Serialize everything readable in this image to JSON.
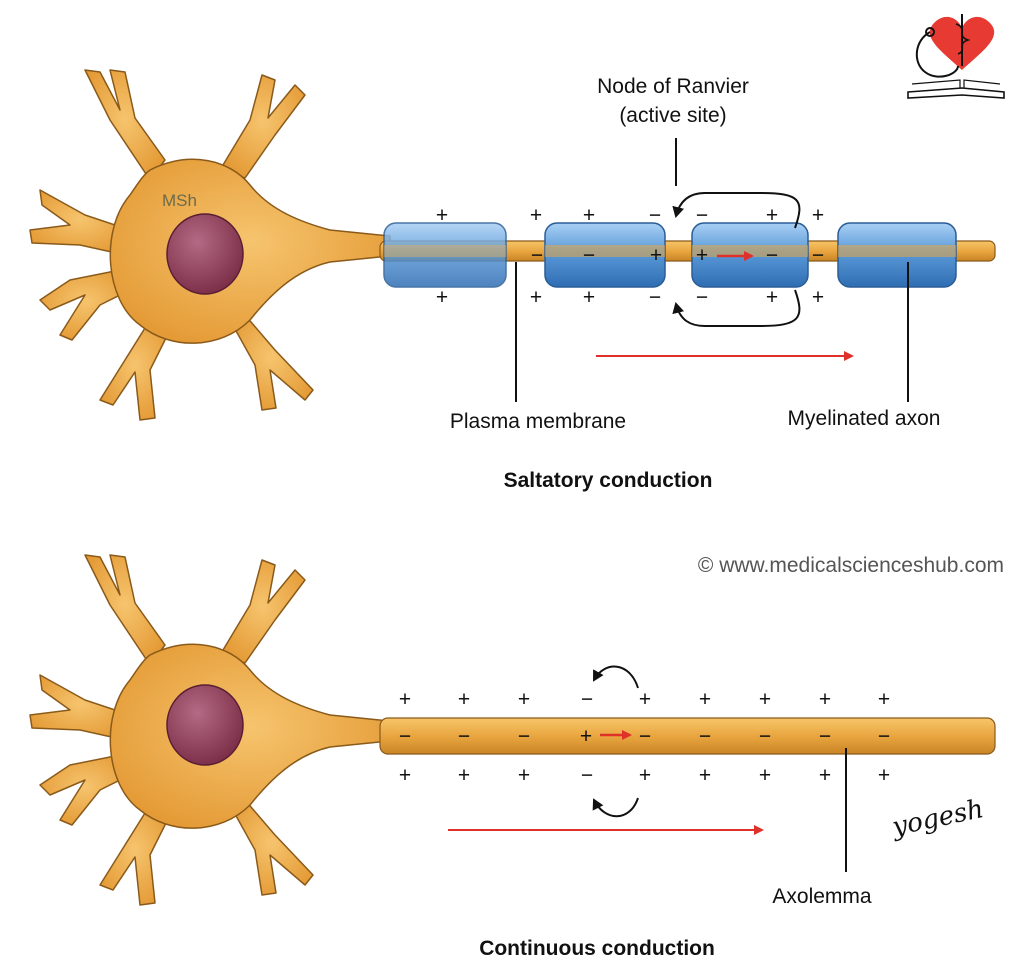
{
  "saltatory": {
    "title": "Saltatory conduction",
    "node_label_line1": "Node of Ranvier",
    "node_label_line2": "(active site)",
    "plasma_membrane_label": "Plasma membrane",
    "myelinated_axon_label": "Myelinated axon",
    "soma_label": "MSh",
    "top_signs": [
      "+",
      "+",
      "+",
      "−",
      "−",
      "+",
      "+"
    ],
    "inner_signs": [
      "−",
      "−",
      "+",
      "+",
      "−",
      "−"
    ],
    "bottom_signs": [
      "+",
      "+",
      "+",
      "−",
      "−",
      "+",
      "+"
    ]
  },
  "continuous": {
    "title": "Continuous conduction",
    "axolemma_label": "Axolemma",
    "top_signs": [
      "+",
      "+",
      "+",
      "−",
      "+",
      "+",
      "+",
      "+",
      "+"
    ],
    "inner_signs": [
      "−",
      "−",
      "−",
      "+",
      "−",
      "−",
      "−",
      "−",
      "−"
    ],
    "bottom_signs": [
      "+",
      "+",
      "+",
      "−",
      "+",
      "+",
      "+",
      "+",
      "+"
    ]
  },
  "watermark": "© www.medicalscienceshub.com",
  "signature": "yogesh",
  "colors": {
    "neuron_fill": "#e8a640",
    "neuron_outline": "#8a5a1a",
    "nucleus": "#8e3a55",
    "myelin": "#4f8fcf",
    "arrow_red": "#e0302a",
    "logo_heart": "#e63a32"
  }
}
